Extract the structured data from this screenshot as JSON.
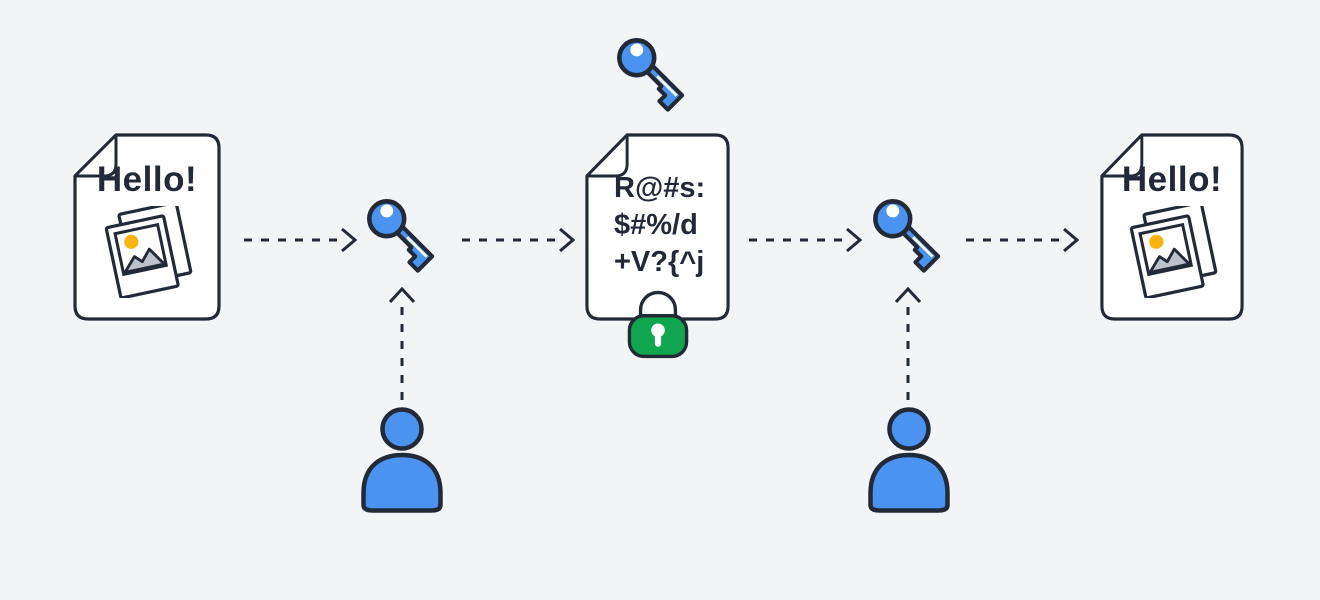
{
  "diagram": {
    "name": "encryption-flow",
    "colors": {
      "background": "#F2F4F6",
      "outline": "#232A37",
      "blue": "#4A93F0",
      "green": "#10A64D",
      "yellow": "#FBB40B",
      "mountain_gray": "#BCC2CB",
      "white": "#FFFFFF"
    },
    "documents": {
      "original": {
        "label": "Hello!",
        "icon": "photos-icon"
      },
      "encrypted": {
        "lines": [
          "R@#s:",
          "$#%/d",
          "+V?{^j"
        ],
        "icon": "lock-icon"
      },
      "decrypted": {
        "label": "Hello!",
        "icon": "photos-icon"
      }
    },
    "icons": {
      "encrypt_key": "key-icon",
      "cipher_key": "key-icon",
      "decrypt_key": "key-icon",
      "lock": "lock-icon",
      "sender": "person-icon",
      "receiver": "person-icon"
    }
  }
}
